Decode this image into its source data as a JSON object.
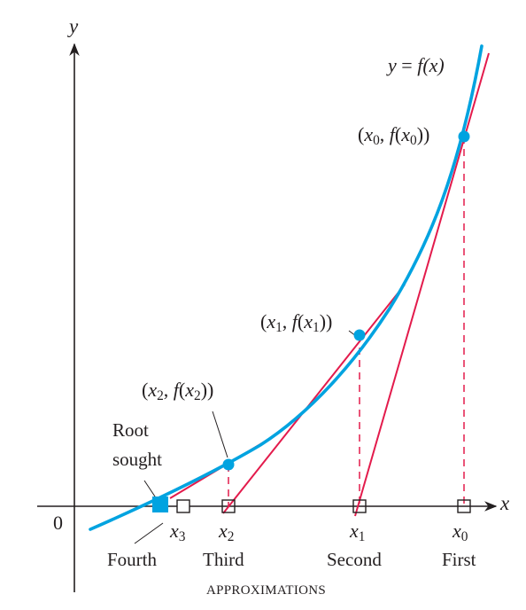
{
  "colors": {
    "curve": "#00a3e0",
    "tangent": "#e31b4c",
    "axis": "#231f20",
    "point": "#00a3e0"
  },
  "axes": {
    "y_label": "y",
    "x_label": "x",
    "origin_label": "0"
  },
  "curve_label": {
    "lhs": "y",
    "eq": " = ",
    "fn": "f",
    "arg": "(x)"
  },
  "points": [
    {
      "id": "p0",
      "x": "x",
      "sub": "0",
      "fn": "f"
    },
    {
      "id": "p1",
      "x": "x",
      "sub": "1",
      "fn": "f"
    },
    {
      "id": "p2",
      "x": "x",
      "sub": "2",
      "fn": "f"
    }
  ],
  "root_label": {
    "line1": "Root",
    "line2": "sought"
  },
  "x_ticks": [
    {
      "name": "x",
      "sub": "3"
    },
    {
      "name": "x",
      "sub": "2"
    },
    {
      "name": "x",
      "sub": "1"
    },
    {
      "name": "x",
      "sub": "0"
    }
  ],
  "ordinals": [
    "Fourth",
    "Third",
    "Second",
    "First"
  ],
  "caption": "APPROXIMATIONS"
}
